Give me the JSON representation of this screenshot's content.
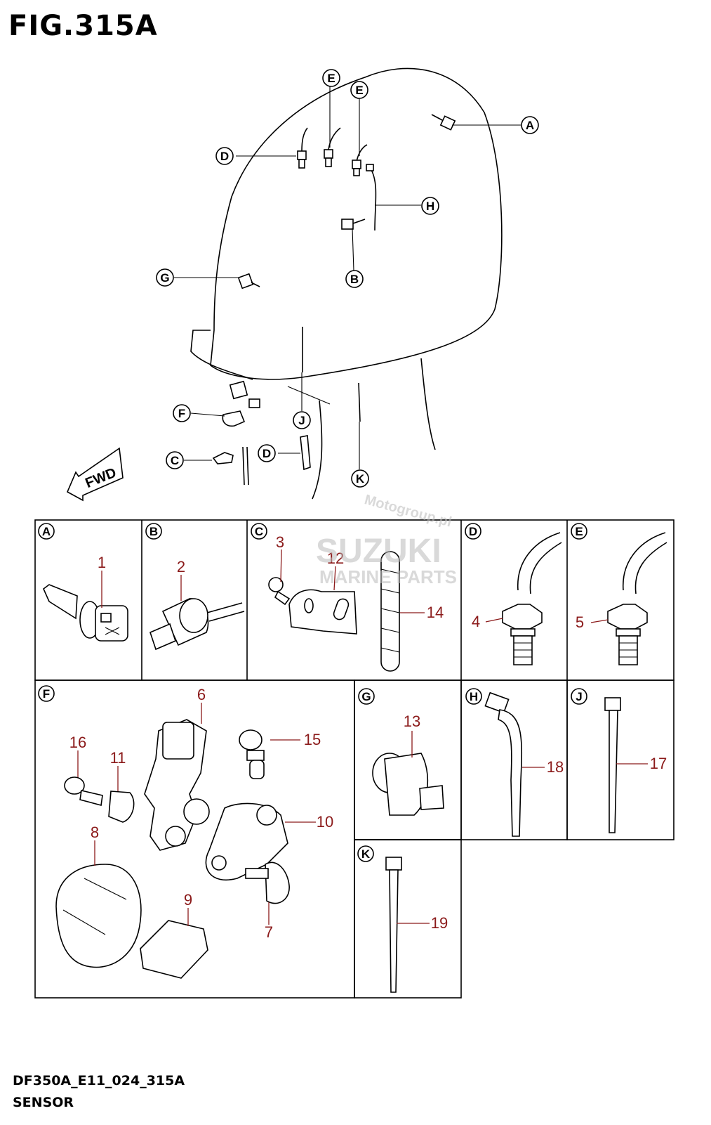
{
  "figure": {
    "title": "FIG.315A",
    "model_code": "DF350A_E11_024_315A",
    "name": "SENSOR",
    "direction_label": "FWD"
  },
  "watermark": {
    "site": "Motogroup.pl",
    "brand": "SUZUKI",
    "sub": "MARINE PARTS"
  },
  "callouts": [
    "A",
    "B",
    "C",
    "D",
    "E",
    "F",
    "G",
    "H",
    "J",
    "K"
  ],
  "panels": [
    {
      "letter": "A",
      "parts": [
        "1"
      ]
    },
    {
      "letter": "B",
      "parts": [
        "2"
      ]
    },
    {
      "letter": "C",
      "parts": [
        "3",
        "12",
        "14"
      ]
    },
    {
      "letter": "D",
      "parts": [
        "4"
      ]
    },
    {
      "letter": "E",
      "parts": [
        "5"
      ]
    },
    {
      "letter": "F",
      "parts": [
        "6",
        "16",
        "11",
        "15",
        "10",
        "8",
        "9",
        "7"
      ]
    },
    {
      "letter": "G",
      "parts": [
        "13"
      ]
    },
    {
      "letter": "H",
      "parts": [
        "18"
      ]
    },
    {
      "letter": "J",
      "parts": [
        "17"
      ]
    },
    {
      "letter": "K",
      "parts": [
        "19"
      ]
    }
  ]
}
